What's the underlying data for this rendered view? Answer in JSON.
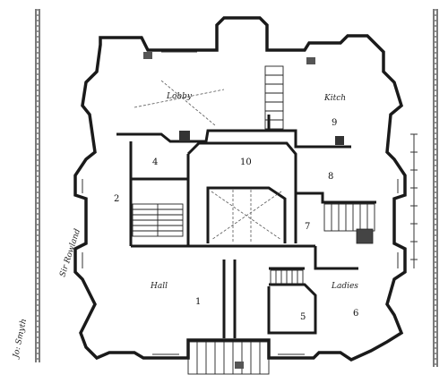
{
  "rooms": [
    {
      "id": "1",
      "label": "1"
    },
    {
      "id": "2",
      "label": "2"
    },
    {
      "id": "4",
      "label": "4"
    },
    {
      "id": "5",
      "label": "5"
    },
    {
      "id": "6",
      "label": "6"
    },
    {
      "id": "7",
      "label": "7"
    },
    {
      "id": "8",
      "label": "8"
    },
    {
      "id": "9",
      "label": "9"
    },
    {
      "id": "10",
      "label": "10"
    }
  ],
  "annotations": {
    "left_margin": "Jo: Smyth",
    "left_side": "Sir Rowland",
    "room_1": "Hall",
    "room_6": "Ladies",
    "top_centre": "Lobby",
    "room_9": "Kitch"
  },
  "colors": {
    "ink": "#1a1a1a",
    "paper": "#ffffff"
  }
}
